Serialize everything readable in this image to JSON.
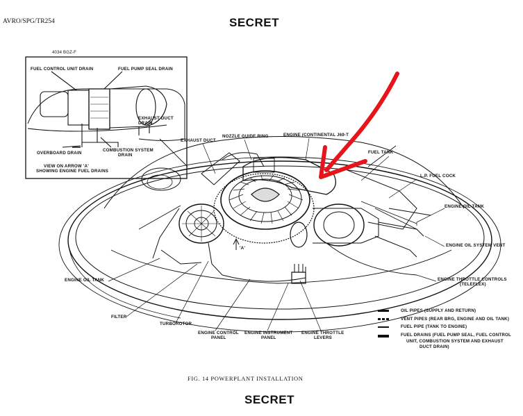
{
  "header": {
    "document_id": "AVRO/SPG/TR254",
    "classification_top": "SECRET"
  },
  "inset": {
    "part_number": "4034 BGZ-F",
    "labels": {
      "fuel_control_unit_drain": "FUEL CONTROL UNIT DRAIN",
      "fuel_pump_seal_drain": "FUEL PUMP SEAL DRAIN",
      "exhaust_duct_drain_1": "EXHAUST DUCT",
      "exhaust_duct_drain_2": "DRAIN",
      "overboard_drain": "OVERBOARD DRAIN",
      "combustion_drain_1": "COMBUSTION SYSTEM",
      "combustion_drain_2": "DRAIN",
      "view_1": "VIEW ON ARROW 'A'",
      "view_2": "SHOWING ENGINE FUEL DRAINS"
    }
  },
  "labels": {
    "exhaust_duct": "EXHAUST DUCT",
    "nozzle_guide_ring": "NOZZLE GUIDE RING",
    "engine": "ENGINE (CONTINENTAL J69-T",
    "fuel_tank": "FUEL TANK",
    "lp_fuel_cock": "L.P. FUEL COCK",
    "engine_oil_tank_right": "ENGINE OIL TANK",
    "engine_oil_system_vent": "ENGINE OIL SYSTEM VENT",
    "throttle_controls_1": "ENGINE THROTTLE CONTROLS",
    "throttle_controls_2": "(TELEFLEX)",
    "engine_oil_tank_left": "ENGINE OIL TANK",
    "arrow_a": "'A'",
    "filter": "FILTER",
    "turborotor": "TURBOROTOR",
    "control_panel_1": "ENGINE CONTROL",
    "control_panel_2": "PANEL",
    "instrument_panel_1": "ENGINE INSTRUMENT",
    "instrument_panel_2": "PANEL",
    "throttle_levers_1": "ENGINE THROTTLE",
    "throttle_levers_2": "LEVERS"
  },
  "legend": {
    "oil_pipes": "OIL PIPES (SUPPLY AND RETURN)",
    "vent_pipes": "VENT PIPES (REAR BRG, ENGINE AND OIL TANK)",
    "fuel_pipe": "FUEL PIPE (TANK TO ENGINE)",
    "fuel_drains_1": "FUEL DRAINS (FUEL PUMP SEAL, FUEL CONTROL",
    "fuel_drains_2": "UNIT, COMBUSTION SYSTEM AND EXHAUST",
    "fuel_drains_3": "DUCT DRAIN)"
  },
  "caption": "FIG. 14  POWERPLANT INSTALLATION",
  "footer": {
    "classification_bottom": "SECRET"
  },
  "colors": {
    "ink": "#111111",
    "annotation_arrow": "#e8141c"
  }
}
